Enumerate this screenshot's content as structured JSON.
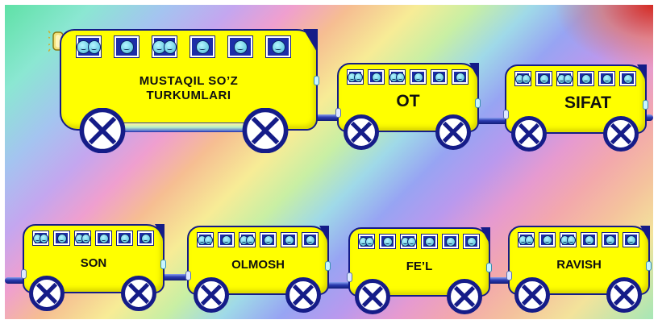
{
  "colors": {
    "bus_body": "#ffff00",
    "bus_outline": "#151c88",
    "wheel": "#151c88",
    "window_frame": "#1c2da8",
    "face": "#48bad6",
    "road": "#2a3bb0",
    "corner_accent": "#d62418"
  },
  "lead_bus": {
    "label": "MUSTAQIL  SO’Z\nTURKUMLARI",
    "headlight_icon": "headlight-icon"
  },
  "wagons": [
    {
      "id": "ot",
      "label": "OT"
    },
    {
      "id": "sifat",
      "label": "SIFAT"
    },
    {
      "id": "son",
      "label": "SON"
    },
    {
      "id": "olmosh",
      "label": "OLMOSH"
    },
    {
      "id": "fel",
      "label": "FE’L"
    },
    {
      "id": "ravish",
      "label": "RAVISH"
    }
  ],
  "window_faces": [
    2,
    1,
    2,
    1,
    1,
    1
  ]
}
